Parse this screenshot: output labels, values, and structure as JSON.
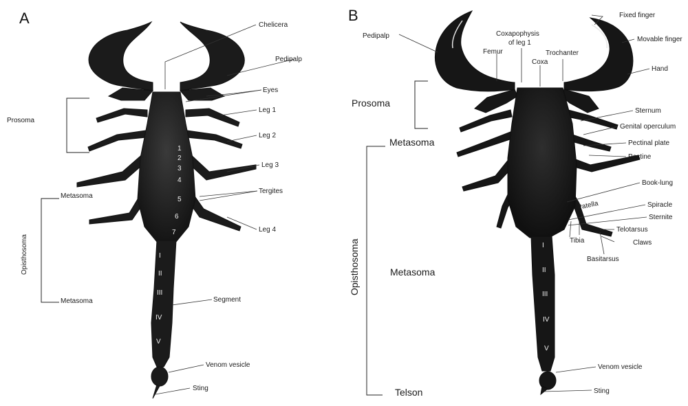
{
  "panels": [
    {
      "letter": "A",
      "labels": {
        "chelicera": "Chelicera",
        "pedipalp": "Pedipalp",
        "eyes": "Eyes",
        "leg1": "Leg 1",
        "leg2": "Leg 2",
        "leg3": "Leg 3",
        "tergites": "Tergites",
        "leg4": "Leg 4",
        "segment": "Segment",
        "venom_vesicle": "Venom vesicle",
        "sting": "Sting",
        "prosoma": "Prosoma",
        "metasoma_top": "Metasoma",
        "opisthosoma": "Opisthosoma",
        "metasoma_bottom": "Metasoma"
      },
      "tergite_numbers": [
        "1",
        "2",
        "3",
        "4",
        "5",
        "6",
        "7"
      ],
      "tail_numerals": [
        "I",
        "II",
        "III",
        "IV",
        "V"
      ]
    },
    {
      "letter": "B",
      "labels": {
        "pedipalp": "Pedipalp",
        "coxapophysis_line1": "Coxapophysis",
        "coxapophysis_line2": "of leg 1",
        "femur": "Femur",
        "coxa": "Coxa",
        "trochanter": "Trochanter",
        "fixed_finger": "Fixed finger",
        "movable_finger": "Movable finger",
        "hand": "Hand",
        "sternum": "Sternum",
        "genital_operculum": "Genital operculum",
        "pectinal_plate": "Pectinal plate",
        "pectine": "Pectine",
        "book_lung": "Book-lung",
        "patella": "Patella",
        "spiracle": "Spiracle",
        "sternite": "Sternite",
        "telotarsus": "Telotarsus",
        "tibia": "Tibia",
        "claws": "Claws",
        "basitarsus": "Basitarsus",
        "venom_vesicle": "Venom vesicle",
        "sting": "Sting",
        "prosoma": "Prosoma",
        "metasoma_top": "Metasoma",
        "opisthosoma": "Opisthosoma",
        "metasoma_mid": "Metasoma",
        "telson": "Telson"
      },
      "tail_numerals": [
        "I",
        "II",
        "III",
        "IV",
        "V"
      ]
    }
  ]
}
